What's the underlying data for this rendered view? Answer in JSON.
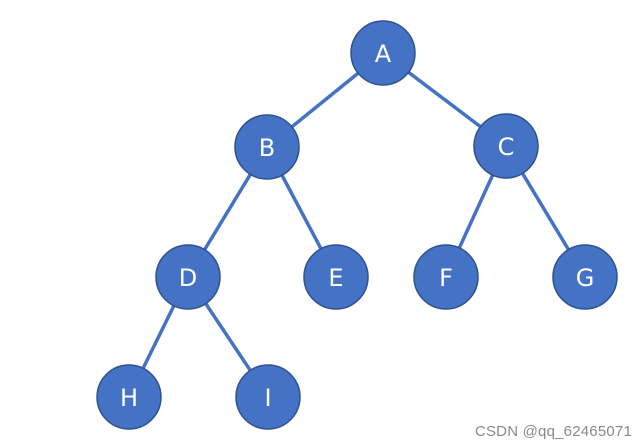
{
  "diagram": {
    "type": "binary-tree",
    "colors": {
      "node_fill": "#4472c4",
      "node_border": "#2f528f",
      "edge": "#4472c4",
      "label": "#ffffff"
    },
    "nodes": [
      {
        "id": "A",
        "label": "A"
      },
      {
        "id": "B",
        "label": "B"
      },
      {
        "id": "C",
        "label": "C"
      },
      {
        "id": "D",
        "label": "D"
      },
      {
        "id": "E",
        "label": "E"
      },
      {
        "id": "F",
        "label": "F"
      },
      {
        "id": "G",
        "label": "G"
      },
      {
        "id": "H",
        "label": "H"
      },
      {
        "id": "I",
        "label": "I"
      }
    ],
    "edges": [
      {
        "from": "A",
        "to": "B"
      },
      {
        "from": "A",
        "to": "C"
      },
      {
        "from": "B",
        "to": "D"
      },
      {
        "from": "B",
        "to": "E"
      },
      {
        "from": "C",
        "to": "F"
      },
      {
        "from": "C",
        "to": "G"
      },
      {
        "from": "D",
        "to": "H"
      },
      {
        "from": "D",
        "to": "I"
      }
    ]
  },
  "watermark": "CSDN @qq_62465071"
}
